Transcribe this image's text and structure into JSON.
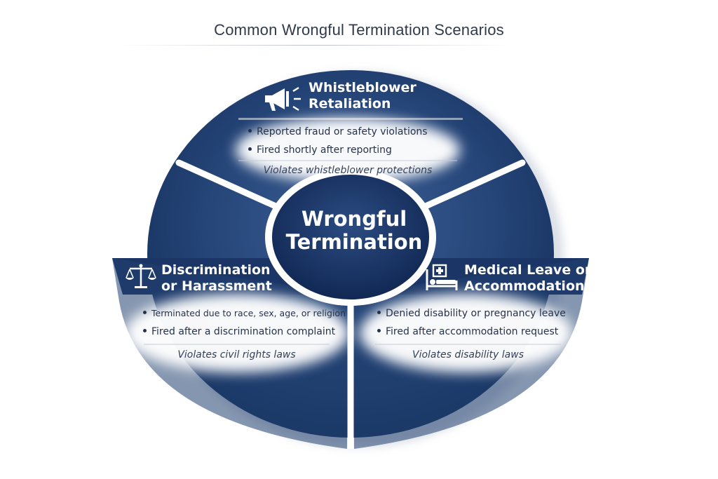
{
  "title": "Common Wrongful Termination Scenarios",
  "center": {
    "line1": "Wrongful",
    "line2": "Termination"
  },
  "segments": [
    {
      "id": "whistleblower",
      "icon": "megaphone-icon",
      "heading_line1": "Whistleblower",
      "heading_line2": "Retaliation",
      "bullets": [
        "Reported fraud or safety violations",
        "Fired shortly after reporting"
      ],
      "note": "Violates whistleblower protections"
    },
    {
      "id": "discrimination",
      "icon": "scales-icon",
      "heading_line1": "Discrimination",
      "heading_line2": "or Harassment",
      "bullets": [
        "Terminated due to race, sex, age, or religion",
        "Fired after a discrimination complaint"
      ],
      "note": "Violates civil rights laws"
    },
    {
      "id": "medical",
      "icon": "hospital-bed-icon",
      "heading_line1": "Medical Leave or",
      "heading_line2": "Accommodation",
      "bullets": [
        "Denied disability or pregnancy leave",
        "Fired after accommodation request"
      ],
      "note": "Violates disability laws"
    }
  ],
  "colors": {
    "navy": "#1f3a68",
    "navy_dark": "#142a52",
    "title": "#2f3a4d"
  }
}
